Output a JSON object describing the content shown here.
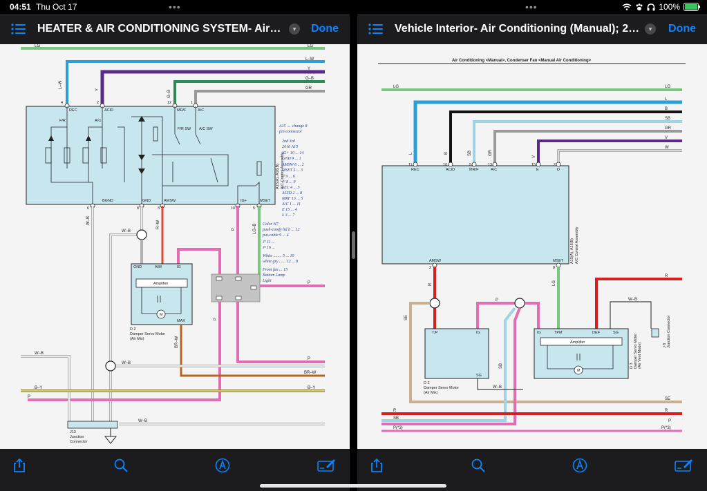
{
  "status_bar": {
    "time": "04:51",
    "date": "Thu Oct 17",
    "battery": "100%",
    "multitask_dots": "•••"
  },
  "left_pane": {
    "title": "HEATER & AIR CONDITIONING SYSTEM- Air Cond...",
    "done_label": "Done",
    "diagram": {
      "wire_labels": {
        "lg": "LG",
        "lw": "L–W",
        "y": "Y",
        "gb": "G–B",
        "gr": "GR",
        "wb1": "W–B",
        "wb2": "W–B",
        "wb3": "W–B",
        "wb4": "W–B",
        "wb5": "W–B",
        "rw": "R–W",
        "p1": "P",
        "p2": "P",
        "p3": "P",
        "p4": "P",
        "p5": "P",
        "brw": "BR–W",
        "brw2": "BR–W",
        "by": "B–Y",
        "by2": "B–Y",
        "lgb": "LG–B"
      },
      "pins": {
        "rec": "REC",
        "acid": "ACID",
        "mrf": "MR/F",
        "ac": "A/C",
        "bgnd": "BGND",
        "gnd": "GND",
        "amsw": "AMSW",
        "igp": "IG+",
        "mset": "MSET",
        "fr": "F/R",
        "acl": "A/C",
        "frsw": "F/R SW",
        "acsw": "A/C SW",
        "n4": "4",
        "n2": "2",
        "n12": "12",
        "n1": "1",
        "n6": "6",
        "n8": "8",
        "n3": "3",
        "n10": "10",
        "n5": "5"
      },
      "component_label": "A15(A), A16(B)",
      "component_sub": "A/C Control Assembly",
      "servo": {
        "pins": {
          "gnd": "GND",
          "aim": "AIM",
          "ig": "IG",
          "max": "MAX"
        },
        "amplifier": "Amplifier",
        "id": "D 2",
        "name": "Damper Servo Motor",
        "sub": "(Air Mix)"
      },
      "junction": {
        "id": "J13",
        "name": "Junction",
        "sub": "Connector"
      },
      "handwriting": [
        "A15 ↔ change 8",
        "pin connector",
        "2nd  3rd",
        "2016  A15",
        "IG+  10 ... 14",
        "GND   9 ... 1",
        "AMSW  6 ... 2",
        "MSET  5 ... 3",
        "I²   9 ... 6",
        "J²   8 ... 9",
        "SEC  4 ... 5",
        "ACID 2 ... 8",
        "MRF 13 ... 5",
        "A/C  1 ... 11",
        "E   15 ... 4",
        "L    3 ... 7",
        "Color H7",
        "push-comfy lid 6 ... 12",
        "put-cable   9 ... 4",
        "J²   11 ...",
        "J²   16 ...",
        "White ........ 5 ... 10",
        "white gry ...... 12 ... 8",
        "Front fan ... 15",
        "Bottom Lamp",
        "Light"
      ]
    }
  },
  "right_pane": {
    "title": "Vehicle Interior- Air Conditioning (Manual); 2016-...",
    "done_label": "Done",
    "diagram": {
      "heading": "Air Conditioning <Manual>, Condenser Fan <Manual Air Conditioning>",
      "wire_labels": {
        "lg": "LG",
        "l": "L",
        "b": "B",
        "sb": "SB",
        "gr": "GR",
        "v": "V",
        "w": "W",
        "r": "R",
        "wb": "W–B",
        "se": "SE",
        "p": "P",
        "p3": "P(*3)"
      },
      "pins": {
        "rec": "REC",
        "acid": "ACID",
        "mrf": "MR/F",
        "ac": "A/C",
        "e": "E",
        "d": "D",
        "amsw": "AMSW",
        "mset": "MSET",
        "n11": "11",
        "n10": "10",
        "n5": "5",
        "n13": "13",
        "n15": "15",
        "n2": "2",
        "n8": "8"
      },
      "component_label": "A15(A), A16(B)",
      "component_sub": "A/C Control Assembly",
      "servo1": {
        "pins": {
          "tp": "T/P",
          "ig": "IG",
          "sg": "SG"
        },
        "id": "D 2",
        "name": "Damper Servo Motor",
        "sub": "(Air Mix)"
      },
      "servo2": {
        "pins": {
          "ig": "IG",
          "tpm": "TPM",
          "def": "DEF",
          "sg": "SG"
        },
        "amplifier": "Amplifier",
        "id": "D 3",
        "name": "Damper Servo Motor",
        "sub": "(Air Vent Mode)"
      },
      "junction": {
        "id": "J 8",
        "name": "Junction Connector"
      }
    }
  },
  "icons": {
    "list": "list-icon",
    "share": "share-icon",
    "search": "search-icon",
    "markup": "markup-pen-icon",
    "annotate": "annotate-icon"
  },
  "colors": {
    "accent": "#0a84ff",
    "bar_bg": "#1c1c1e",
    "page_bg": "#f4f4f4",
    "component_fill": "#c8e6ee",
    "wire_lg": "#7bc67e",
    "wire_l": "#2e9fd6",
    "wire_y": "#5b2a86",
    "wire_gb": "#2e8b57",
    "wire_gr": "#999999",
    "wire_p": "#e36db2",
    "wire_r": "#d62020",
    "wire_rw": "#d84b3b",
    "wire_brw": "#b5651d",
    "wire_se": "#c9b091",
    "wire_sb": "#9fd3e6",
    "wire_wb": "#b0b0b0"
  }
}
